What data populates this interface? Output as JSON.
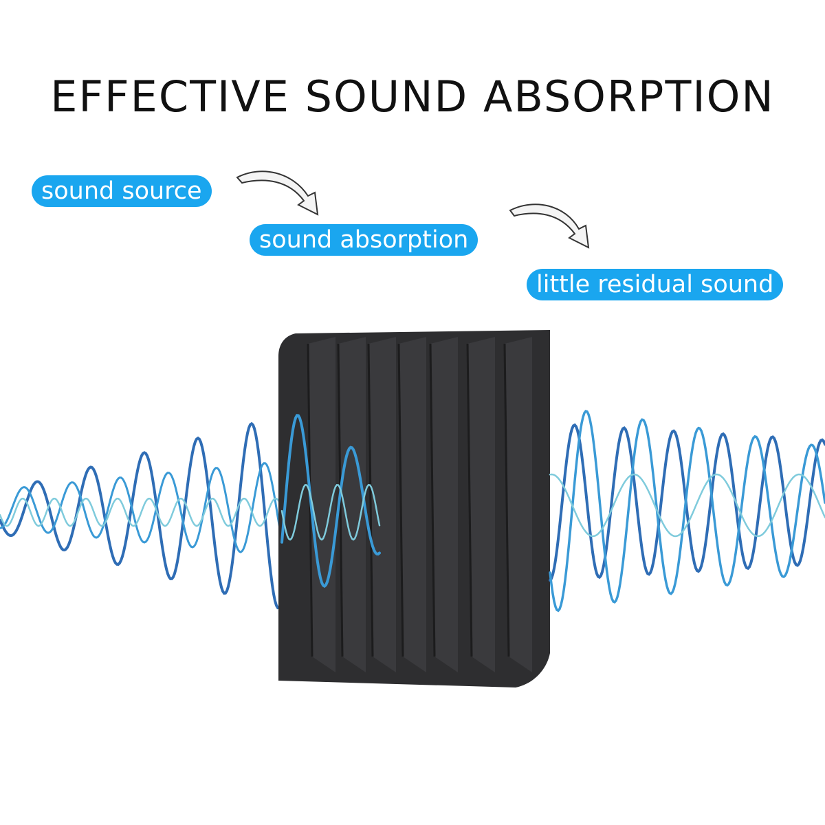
{
  "title": "EFFECTIVE SOUND ABSORPTION",
  "steps": [
    {
      "label": "sound source"
    },
    {
      "label": "sound absorption"
    },
    {
      "label": "little residual sound"
    }
  ],
  "colors": {
    "pill": "#1aa6ef",
    "wave_dark": "#2f6db5",
    "wave_mid": "#3a9ad6",
    "wave_light": "#7fcbdc",
    "panel": "#2e2e30",
    "panel_face": "#3a3a3d"
  }
}
